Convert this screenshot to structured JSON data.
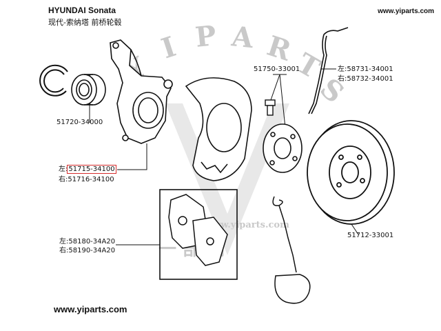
{
  "header": {
    "make_model": "HYUNDAI  Sonata",
    "chinese_title": "现代-索纳塔  前桥轮毂",
    "site_top": "www.yiparts.com"
  },
  "footer": {
    "site": "www.yiparts.com"
  },
  "watermark": {
    "letters": [
      "Y",
      "I",
      "P",
      "A",
      "R",
      "T",
      "S"
    ],
    "site": "www.yiparts.com",
    "chinese": "一 部 网"
  },
  "parts": {
    "bearing": "51720-34000",
    "knuckle_left_prefix": "左:",
    "knuckle_left": "51715-34100",
    "knuckle_right_prefix": "右:",
    "knuckle_right": "51716-34100",
    "hub_bolt": "51750-33001",
    "hose_left_prefix": "左:",
    "hose_left": "58731-34001",
    "hose_right_prefix": "右:",
    "hose_right": "58732-34001",
    "caliper_left_prefix": "左:",
    "caliper_left": "58180-34A20",
    "caliper_right_prefix": "右:",
    "caliper_right": "58190-34A20",
    "disc": "51712-33001"
  },
  "colors": {
    "highlight": "#d62b2b",
    "line": "#111111",
    "watermark": "#c9c9c9"
  }
}
